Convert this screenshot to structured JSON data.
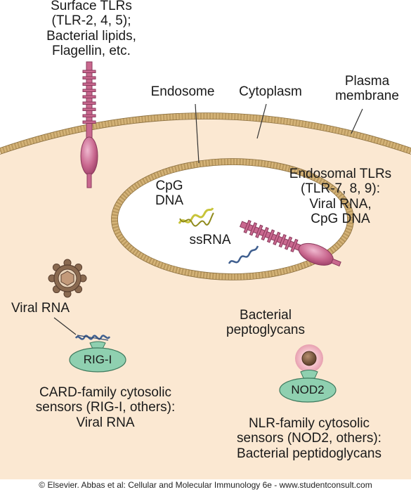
{
  "labels": {
    "surface_tlrs": [
      "Surface TLRs",
      "(TLR-2, 4, 5);",
      "Bacterial lipids,",
      "Flagellin, etc."
    ],
    "endosome": "Endosome",
    "cytoplasm": "Cytoplasm",
    "plasma_membrane": [
      "Plasma",
      "membrane"
    ],
    "endosomal_tlrs": [
      "Endosomal TLRs",
      "(TLR-7, 8, 9):",
      "Viral RNA,",
      "CpG DNA"
    ],
    "cpg_dna": [
      "CpG",
      "DNA"
    ],
    "ssrna": "ssRNA",
    "viral_rna": "Viral RNA",
    "rig_i": "RIG-I",
    "card_family": [
      "CARD-family cytosolic",
      "sensors (RIG-I, others):",
      "Viral RNA"
    ],
    "bacterial_peptoglycans": [
      "Bacterial",
      "peptoglycans"
    ],
    "nod2": "NOD2",
    "nlr_family": [
      "NLR-family cytosolic",
      "sensors (NOD2, others):",
      "Bacterial peptidoglycans"
    ]
  },
  "caption": "© Elsevier. Abbas et al: Cellular and Molecular Immunology 6e - www.studentconsult.com",
  "colors": {
    "cell_fill": "#fbe8d2",
    "membrane": "#d6b57a",
    "membrane_dark": "#9a7c45",
    "receptor": "#c9688f",
    "receptor_light": "#e6a9c4",
    "sensor_green": "#8fd0b0",
    "dna_yellow": "#c8c43a",
    "rna_blue": "#3f5f8f",
    "virus_brown": "#8a6a50"
  },
  "icons": {
    "virus": "virus-icon",
    "bacterial_particle": "bacterial-particle-icon"
  }
}
